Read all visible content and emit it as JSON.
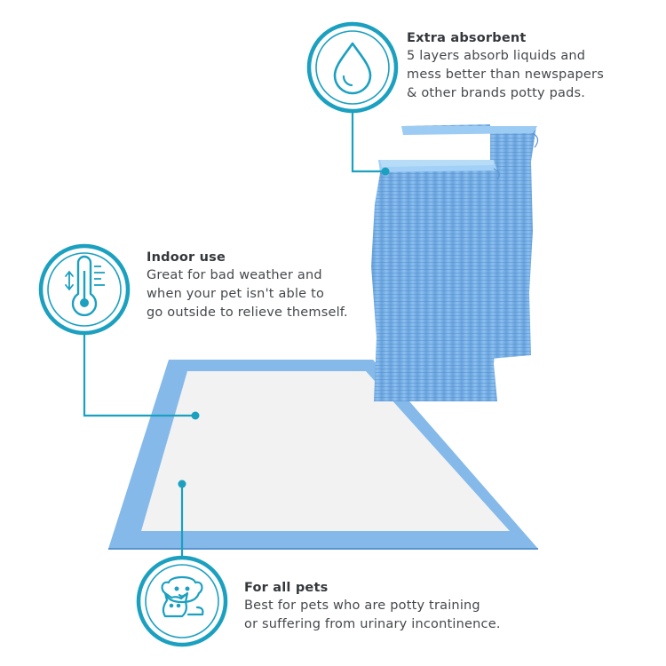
{
  "callouts": {
    "absorbent": {
      "title": "Extra absorbent",
      "lines": [
        "5 layers absorb liquids and",
        "mess better than newspapers",
        "& other brands potty pads."
      ],
      "icon": "water-drop-icon"
    },
    "indoor": {
      "title": "Indoor use",
      "lines": [
        "Great for bad weather and",
        "when your pet isn't able to",
        "go outside to relieve themself."
      ],
      "icon": "thermometer-icon"
    },
    "pets": {
      "title": "For all pets",
      "lines": [
        "Best for pets who are potty training",
        "or suffering from urinary incontinence."
      ],
      "icon": "dog-and-cat-icon"
    }
  },
  "colors": {
    "accent": "#1aa3c4",
    "pad_blue": "#7fb6e8",
    "pad_blue_dark": "#5f9bd6",
    "pad_center": "#f3f3f3"
  }
}
